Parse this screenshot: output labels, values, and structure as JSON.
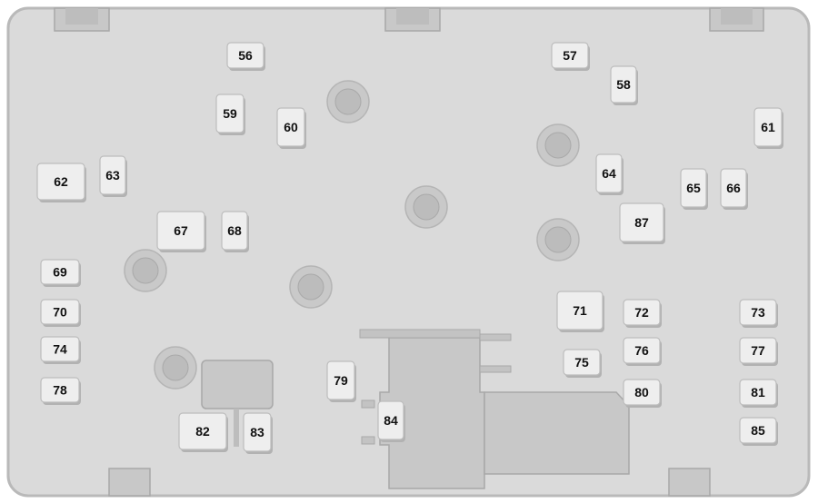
{
  "fuse_box": {
    "colors": {
      "panel": "#dadada",
      "panel_edge": "#b9b9b9",
      "fuse_fill": "#eeeeee",
      "fuse_shadow": "#b2b2b2",
      "bolt": "#c9c9c9",
      "component": "#c8c8c8",
      "component_edge": "#a8a8a8"
    },
    "fuses": [
      {
        "label": "56"
      },
      {
        "label": "57"
      },
      {
        "label": "58"
      },
      {
        "label": "59"
      },
      {
        "label": "60"
      },
      {
        "label": "61"
      },
      {
        "label": "62"
      },
      {
        "label": "63"
      },
      {
        "label": "64"
      },
      {
        "label": "65"
      },
      {
        "label": "66"
      },
      {
        "label": "67"
      },
      {
        "label": "68"
      },
      {
        "label": "87"
      },
      {
        "label": "69"
      },
      {
        "label": "70"
      },
      {
        "label": "71"
      },
      {
        "label": "72"
      },
      {
        "label": "73"
      },
      {
        "label": "74"
      },
      {
        "label": "76"
      },
      {
        "label": "77"
      },
      {
        "label": "75"
      },
      {
        "label": "78"
      },
      {
        "label": "79"
      },
      {
        "label": "80"
      },
      {
        "label": "81"
      },
      {
        "label": "84"
      },
      {
        "label": "82"
      },
      {
        "label": "83"
      },
      {
        "label": "85"
      }
    ]
  }
}
